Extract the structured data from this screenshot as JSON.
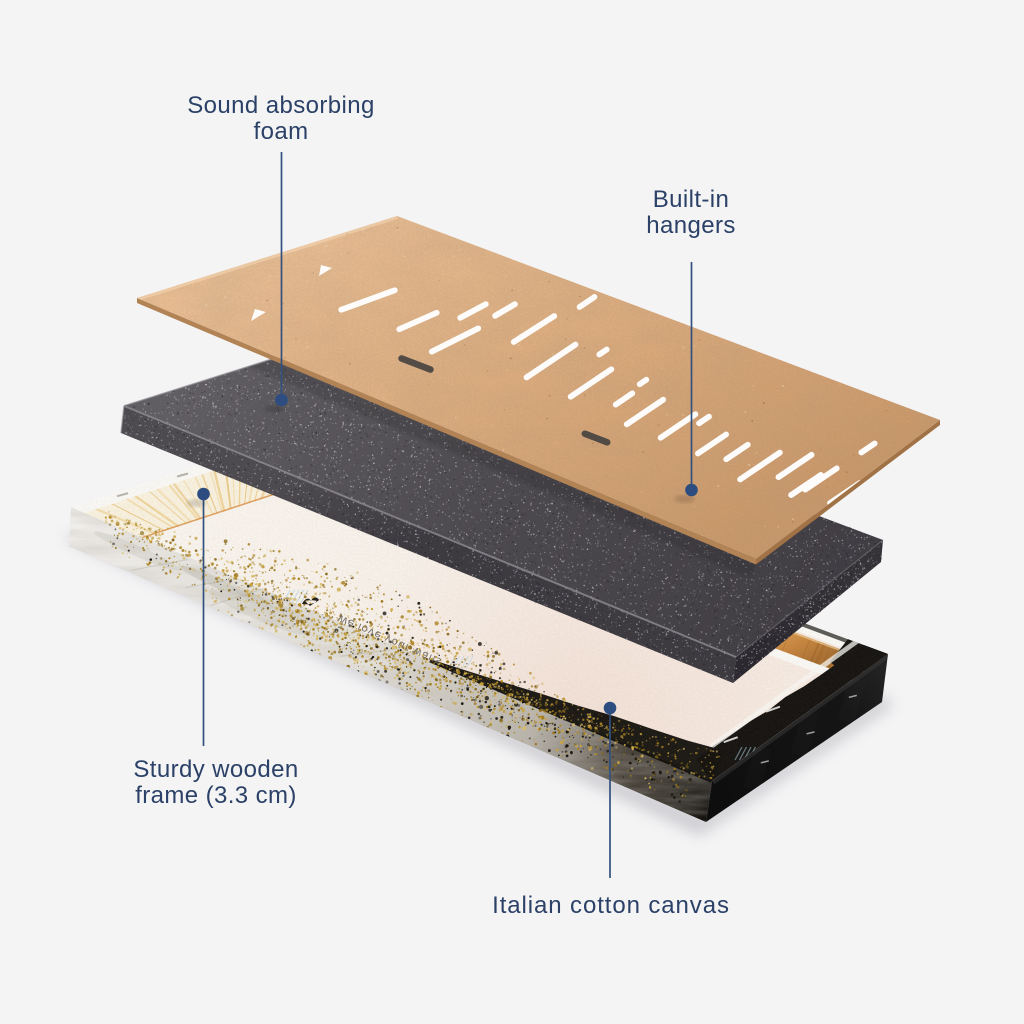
{
  "page": {
    "background": "#f4f4f5",
    "accent": "#2b4167"
  },
  "callouts": [
    {
      "id": "foam",
      "lines": [
        "Sound absorbing",
        "foam"
      ]
    },
    {
      "id": "hangers",
      "lines": [
        "Built-in",
        "hangers"
      ]
    },
    {
      "id": "frame",
      "lines": [
        "Sturdy wooden",
        "frame (3.3 cm)"
      ]
    },
    {
      "id": "canvas",
      "lines": [
        "Italian cotton canvas"
      ]
    }
  ],
  "print": {
    "text": "We love your walls"
  }
}
